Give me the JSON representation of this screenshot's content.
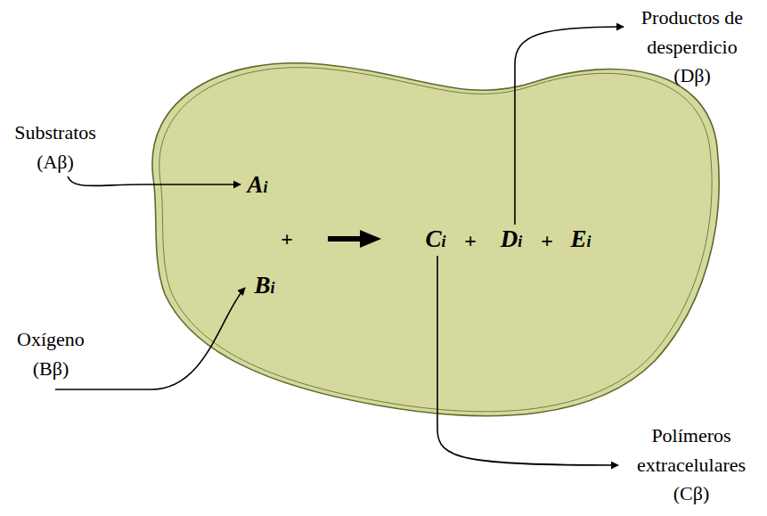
{
  "diagram": {
    "nodes": [
      {
        "text": [
          "Ai",
          "+",
          "Bi",
          "Ci",
          "+",
          "Di",
          "+",
          "Ei"
        ]
      }
    ],
    "labels": [
      "Substratos (Aβ)",
      "Oxígeno (Bβ)",
      "Productos de desperdicio (Dβ)",
      "Polímeros extracelulares (Cβ)"
    ]
  }
}
